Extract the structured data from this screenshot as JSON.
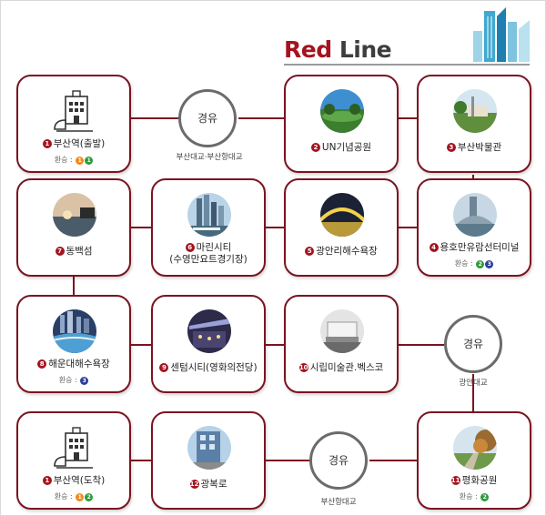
{
  "title": {
    "red": "Red",
    "line": "Line"
  },
  "transfer_prefix": "환승 :",
  "stations": {
    "s1": {
      "num": "1",
      "name": "부산역(출발)",
      "transfers": [
        "1",
        "1"
      ]
    },
    "s2": {
      "num": "2",
      "name": "UN기념공원"
    },
    "s3": {
      "num": "3",
      "name": "부산박물관"
    },
    "s4": {
      "num": "4",
      "name": "용호만유람선터미널",
      "transfers": [
        "2",
        "3"
      ]
    },
    "s5": {
      "num": "5",
      "name": "광안리해수욕장"
    },
    "s6": {
      "num": "6",
      "name": "마린시티",
      "name2": "(수영만요트경기장)"
    },
    "s7": {
      "num": "7",
      "name": "동백섬"
    },
    "s8": {
      "num": "8",
      "name": "해운대해수욕장",
      "transfers": [
        "3"
      ]
    },
    "s9": {
      "num": "9",
      "name": "센텀시티(영화의전당)"
    },
    "s10": {
      "num": "10",
      "name": "시립미술관.벡스코"
    },
    "s11": {
      "num": "11",
      "name": "평화공원",
      "transfers": [
        "2"
      ]
    },
    "s12": {
      "num": "12",
      "name": "광복로"
    },
    "s13": {
      "num": "1",
      "name": "부산역(도착)",
      "transfers": [
        "1",
        "2"
      ]
    }
  },
  "via": [
    {
      "label": "경유",
      "caption": "부산대교·부산항대교"
    },
    {
      "label": "경유",
      "caption": "광안대교"
    },
    {
      "label": "경유",
      "caption": "부산항대교"
    }
  ],
  "colors": {
    "brand": "#a3141f",
    "card_border": "#7b1420",
    "line1": "#f08a1c",
    "line2": "#2f9a3d",
    "line3": "#2b3f9a"
  }
}
